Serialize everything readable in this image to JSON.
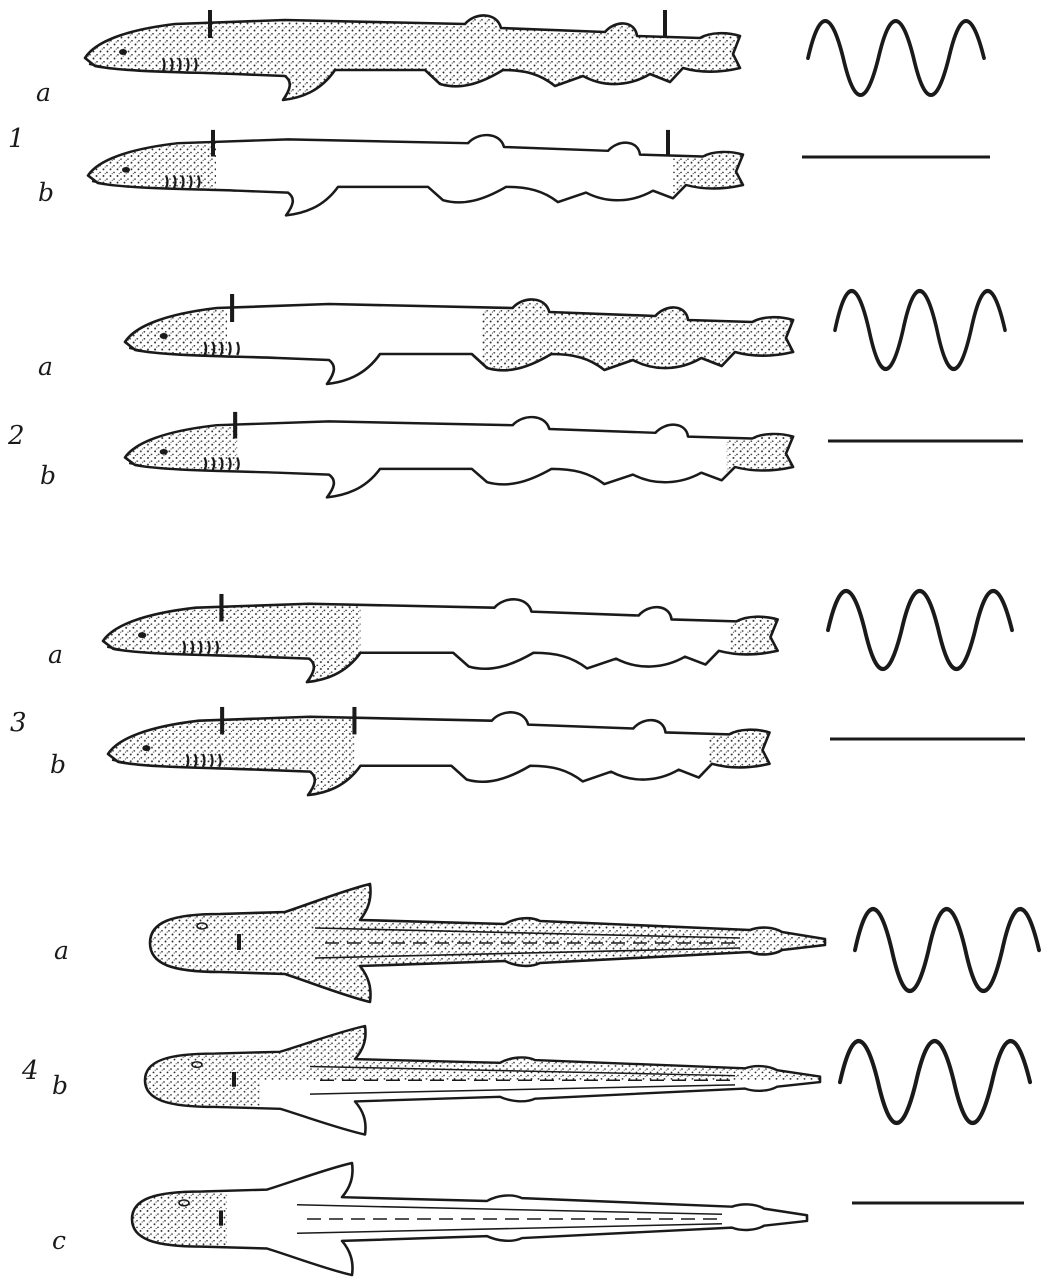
{
  "groups": [
    {
      "number": "1",
      "rows": [
        {
          "letter": "a",
          "view": "side",
          "signal": "wave"
        },
        {
          "letter": "b",
          "view": "side",
          "signal": "flat"
        }
      ]
    },
    {
      "number": "2",
      "rows": [
        {
          "letter": "a",
          "view": "side",
          "signal": "wave"
        },
        {
          "letter": "b",
          "view": "side",
          "signal": "flat"
        }
      ]
    },
    {
      "number": "3",
      "rows": [
        {
          "letter": "a",
          "view": "side",
          "signal": "wave"
        },
        {
          "letter": "b",
          "view": "side",
          "signal": "flat"
        }
      ]
    },
    {
      "number": "4",
      "rows": [
        {
          "letter": "a",
          "view": "top",
          "signal": "wave"
        },
        {
          "letter": "b",
          "view": "top",
          "signal": "wave"
        },
        {
          "letter": "c",
          "view": "top",
          "signal": "flat"
        }
      ]
    }
  ],
  "colors": {
    "ink": "#1a1a1a",
    "stipple": "#2a2a2a",
    "paper": "#ffffff"
  }
}
